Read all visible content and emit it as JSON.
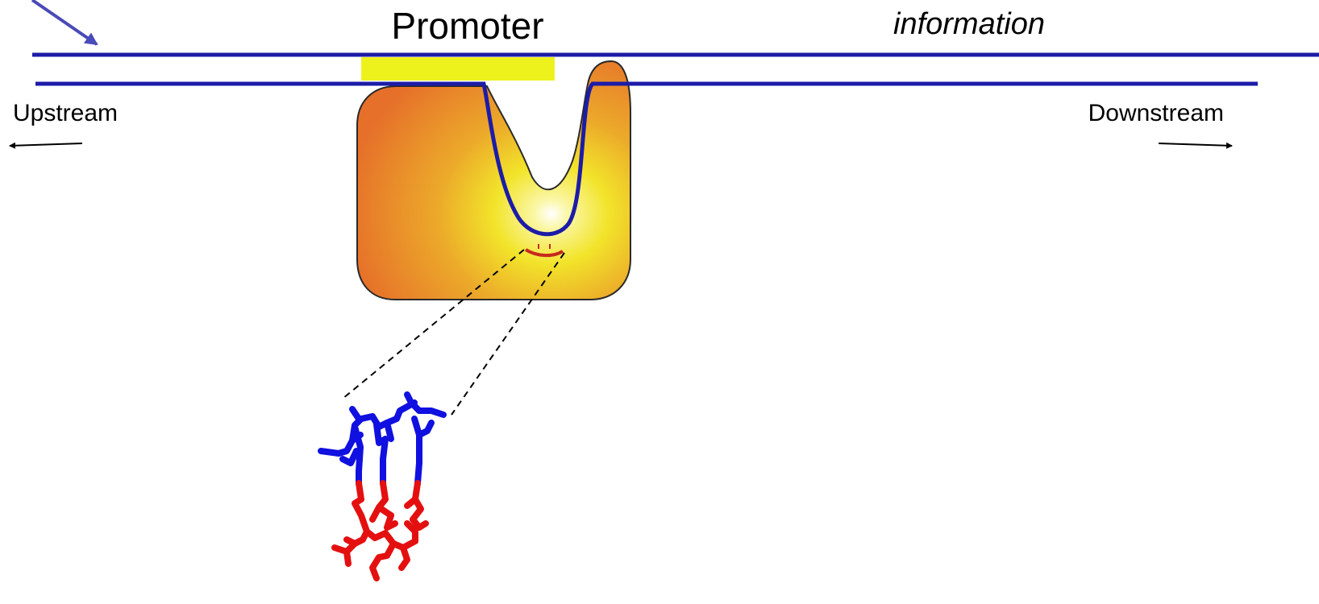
{
  "labels": {
    "promoter": "Promoter",
    "information": "information",
    "upstream": "Upstream",
    "downstream": "Downstream"
  },
  "colors": {
    "dna_strand": "#1c1ca8",
    "promoter_box": "#eef21c",
    "polymerase_outer": "#e8762a",
    "polymerase_inner": "#f2e62a",
    "rna_transcript": "#c8281e",
    "dna_bases": "#1010e0",
    "rna_bases": "#e41010",
    "guide_arrow": "#4a4ab8"
  },
  "icons": {
    "pointer_arrow": "diagonal-arrow-icon",
    "upstream_arrow": "left-arrow-icon",
    "downstream_arrow": "right-arrow-icon",
    "polymerase": "rna-polymerase-shape",
    "molecule": "dna-rna-hybrid-stick-model"
  }
}
